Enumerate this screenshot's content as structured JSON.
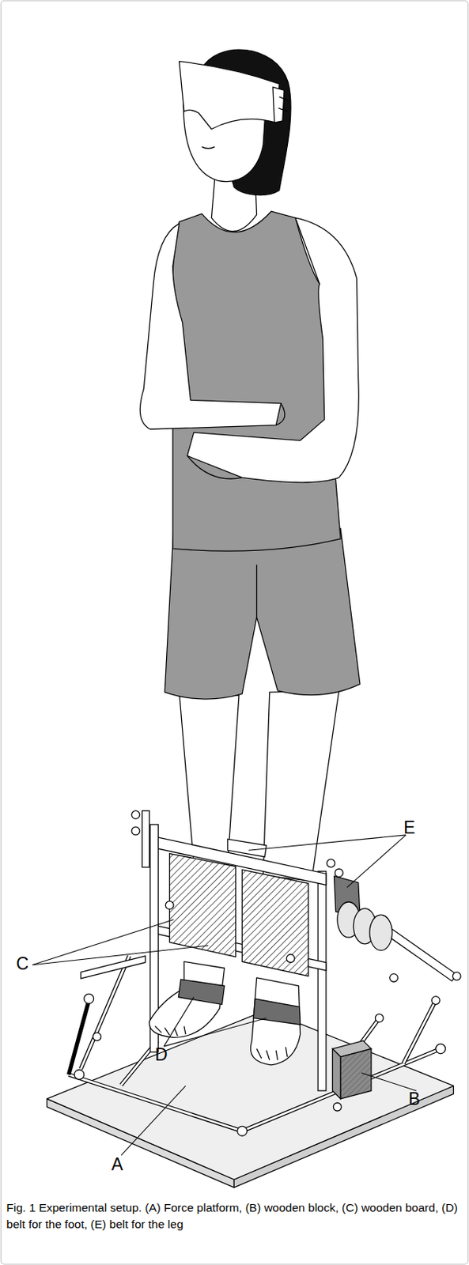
{
  "diagram": {
    "caption": "Fig. 1 Experimental setup. (A) Force platform, (B) wooden block, (C) wooden board, (D) belt for the foot, (E) belt for the leg",
    "labels": [
      "E",
      "C",
      "D",
      "B",
      "A"
    ]
  }
}
